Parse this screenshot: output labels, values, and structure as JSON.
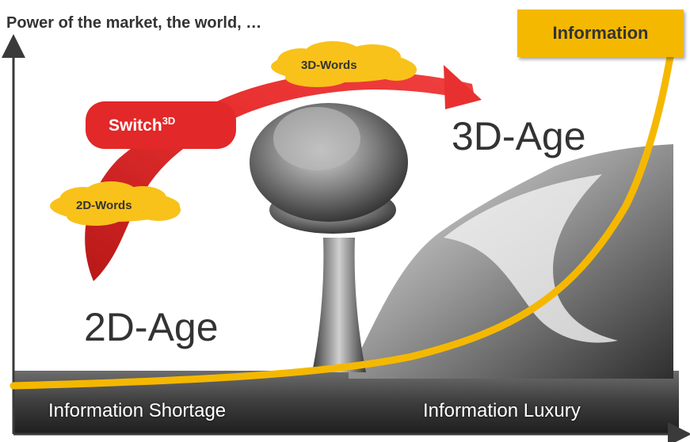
{
  "axis": {
    "y_title": "Power of the market, the world, …"
  },
  "curve": {
    "label": "Information",
    "color": "#f5b800"
  },
  "ages": {
    "left": "2D-Age",
    "right": "3D-Age"
  },
  "transition": {
    "label": "Switch",
    "superscript": "3D",
    "from_words": "2D-Words",
    "to_words": "3D-Words",
    "arrow_color": "#e02020"
  },
  "bottom": {
    "left": "Information Shortage",
    "right": "Information Luxury"
  }
}
